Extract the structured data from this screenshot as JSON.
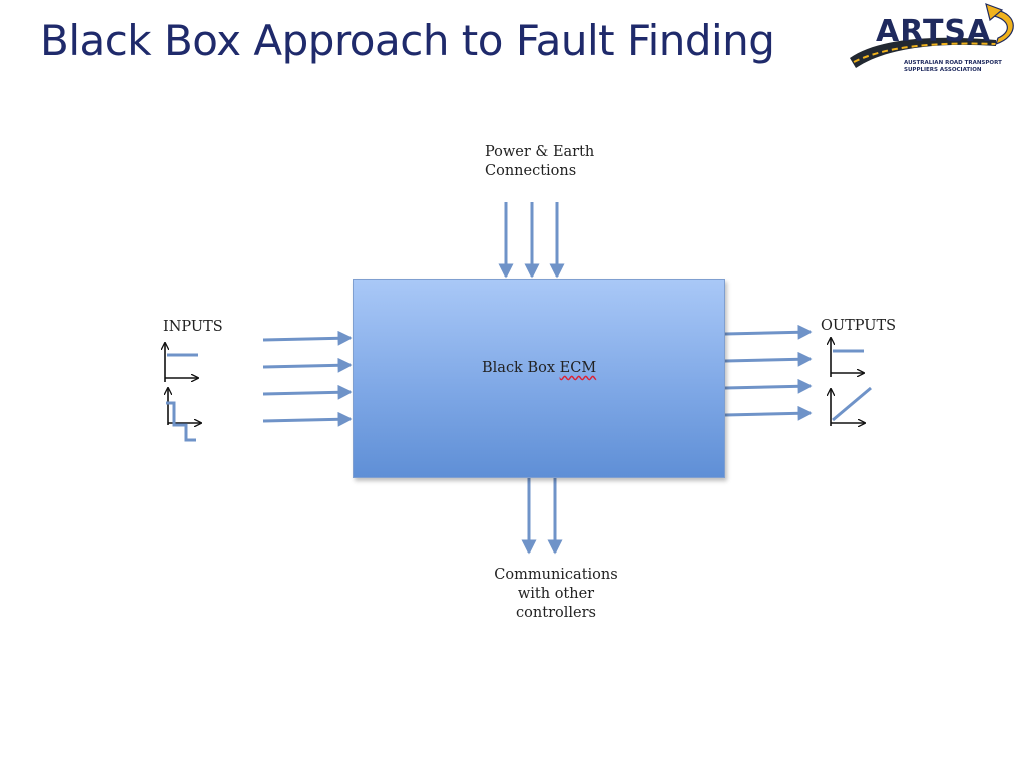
{
  "title": "Black Box Approach to Fault Finding",
  "logo": {
    "word": "ARTSA",
    "subtitle": "AUSTRALIAN ROAD TRANSPORT SUPPLIERS ASSOCIATION",
    "colors": {
      "navy": "#1f2a5e",
      "gold": "#f0b21c",
      "road": "#222831"
    }
  },
  "diagram": {
    "power_label_line1": "Power & Earth",
    "power_label_line2": "Connections",
    "inputs_label": "INPUTS",
    "outputs_label": "OUTPUTS",
    "ecm_label_prefix": "Black Box ",
    "ecm_label_word": "ECM",
    "comms_line1": "Communications",
    "comms_line2": "with other",
    "comms_line3": "controllers",
    "arrow_color": "#6f93c8",
    "box_color": "#7fa8e6"
  }
}
